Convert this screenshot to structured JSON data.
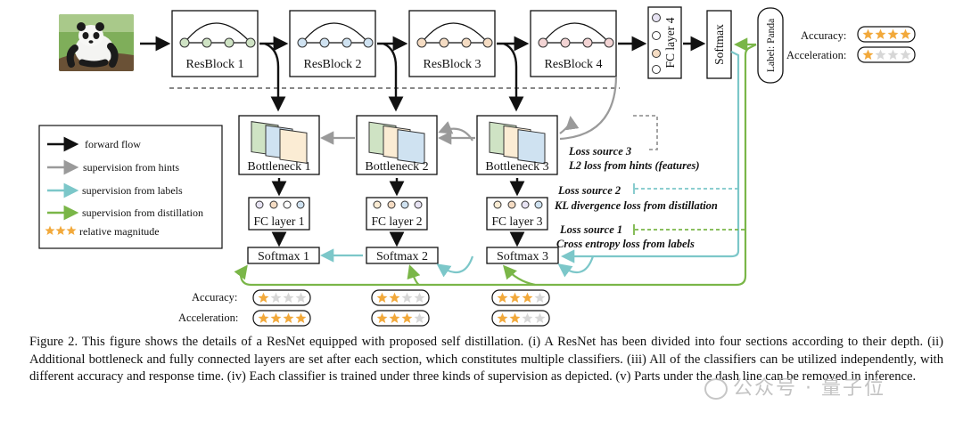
{
  "blocks": {
    "resblock1": "ResBlock 1",
    "resblock2": "ResBlock 2",
    "resblock3": "ResBlock 3",
    "resblock4": "ResBlock 4",
    "fc4": "FC layer 4",
    "softmax_top": "Softmax",
    "label": "Label: Panda"
  },
  "bottlenecks": {
    "b1": "Bottleneck 1",
    "b2": "Bottleneck 2",
    "b3": "Bottleneck 3"
  },
  "fc_layers": {
    "fc1": "FC layer 1",
    "fc2": "FC layer 2",
    "fc3": "FC layer 3"
  },
  "softmaxes": {
    "s1": "Softmax 1",
    "s2": "Softmax 2",
    "s3": "Softmax 3"
  },
  "losses": {
    "l3_title": "Loss source 3",
    "l3_desc": "L2 loss from hints (features)",
    "l2_title": "Loss source 2",
    "l2_desc": "KL divergence loss from distillation",
    "l1_title": "Loss source 1",
    "l1_desc": "Cross entropy loss from labels"
  },
  "legend": {
    "forward": "forward flow",
    "hints": "supervision from hints",
    "labels": "supervision from labels",
    "distillation": "supervision from distillation",
    "magnitude": "relative magnitude"
  },
  "ratings": {
    "accuracy_label": "Accuracy:",
    "acceleration_label": "Acceleration:",
    "top_accuracy_stars": 4,
    "top_acceleration_stars": 1,
    "classifier_accuracy_stars": [
      1,
      2,
      3
    ],
    "classifier_acceleration_stars": [
      4,
      3,
      2
    ],
    "max_stars": 4
  },
  "caption": "Figure 2. This figure shows the details of a ResNet equipped with proposed self distillation. (i) A ResNet has been divided into four sections according to their depth. (ii) Additional bottleneck and fully connected layers are set after each section, which constitutes multiple classifiers. (iii) All of the classifiers can be utilized independently, with different accuracy and response time. (iv) Each classifier is trained under three kinds of supervision as depicted. (v) Parts under the dash line can be removed in inference.",
  "watermark": "公众号 · 量子位",
  "colors": {
    "forward": "#111111",
    "hints": "#9a9a9a",
    "labels": "#7cc7c9",
    "distillation": "#7ab648",
    "star_on": "#f2a93b",
    "star_off": "#d7d7d7",
    "node_green": "#cfe3c4",
    "node_blue": "#cfe2f1",
    "node_peach": "#f5dcc3",
    "node_pink": "#f3d4d4"
  }
}
